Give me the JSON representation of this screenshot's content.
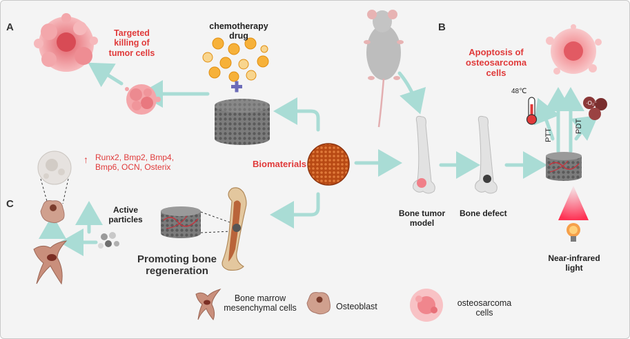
{
  "panels": {
    "a": "A",
    "b": "B",
    "c": "C"
  },
  "labels": {
    "targeted_killing": "Targeted killing of tumor cells",
    "chemotherapy_drug": "chemotherapy drug",
    "biomaterials": "Biomaterials",
    "apoptosis": "Apoptosis of osteosarcoma cells",
    "temperature": "48℃",
    "ptt": "PTT",
    "pdt": "PDT",
    "ros": "·O₂⁻",
    "bone_tumor_model": "Bone tumor model",
    "bone_defect": "Bone defect",
    "near_infrared": "Near-infrared light",
    "markers": "Runx2, Bmp2, Bmp4, Bmp6, OCN, Osterix",
    "active_particles": "Active particles",
    "promoting_bone": "Promoting bone regeneration"
  },
  "legend": [
    {
      "label": "Bone marrow mesenchymal cells",
      "icon": "bmsc-icon"
    },
    {
      "label": "Osteoblast",
      "icon": "osteoblast-icon"
    },
    {
      "label": "osteosarcoma cells",
      "icon": "osteosarcoma-icon"
    }
  ],
  "colors": {
    "arrow": "#a9dcd5",
    "accent_red": "#e03a3a",
    "tumor_pink": "#f08a8f",
    "biomaterial": "#c9551d",
    "scaffold_grey": "#8a8a8a",
    "bone": "#e4e4e4"
  }
}
